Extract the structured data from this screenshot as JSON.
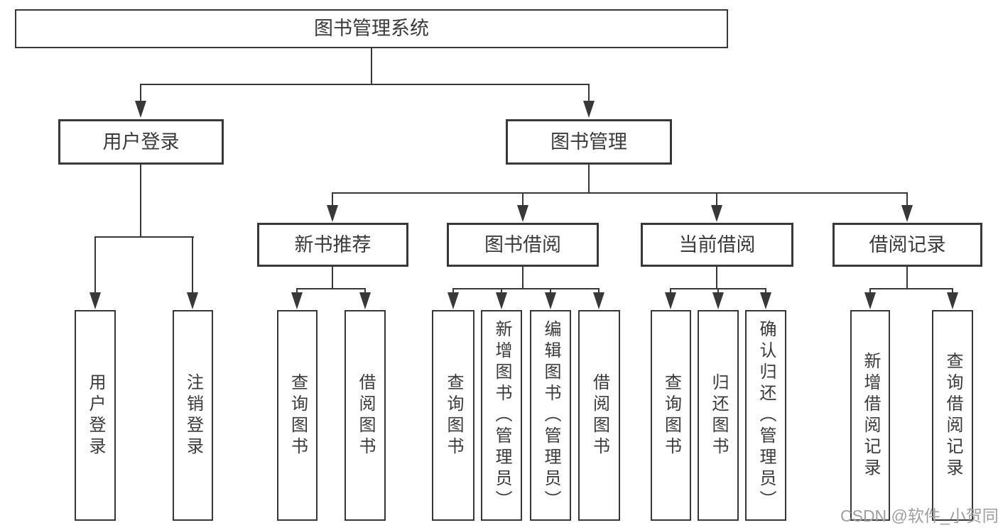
{
  "diagram": {
    "title": "图书管理系统",
    "watermark": "CSDN @软件_小贺同学",
    "colors": {
      "line": "#383838",
      "text": "#3a3a3a",
      "watermark": "#9e9e9e",
      "background": "#ffffff"
    },
    "root": {
      "label": "图书管理系统"
    },
    "level2": [
      {
        "label": "用户登录"
      },
      {
        "label": "图书管理"
      }
    ],
    "level3": [
      {
        "label": "新书推荐"
      },
      {
        "label": "图书借阅"
      },
      {
        "label": "当前借阅"
      },
      {
        "label": "借阅记录"
      }
    ],
    "leaves": {
      "user_login": [
        {
          "label": "用户登录"
        },
        {
          "label": "注销登录"
        }
      ],
      "new_book_recommend": [
        {
          "label": "查询图书"
        },
        {
          "label": "借阅图书"
        }
      ],
      "book_borrow": [
        {
          "label": "查询图书"
        },
        {
          "label": "新增图书（管理员）"
        },
        {
          "label": "编辑图书（管理员）"
        },
        {
          "label": "借阅图书"
        }
      ],
      "current_borrow": [
        {
          "label": "查询图书"
        },
        {
          "label": "归还图书"
        },
        {
          "label": "确认归还（管理员）"
        }
      ],
      "borrow_records": [
        {
          "label": "新增借阅记录"
        },
        {
          "label": "查询借阅记录"
        }
      ]
    }
  }
}
